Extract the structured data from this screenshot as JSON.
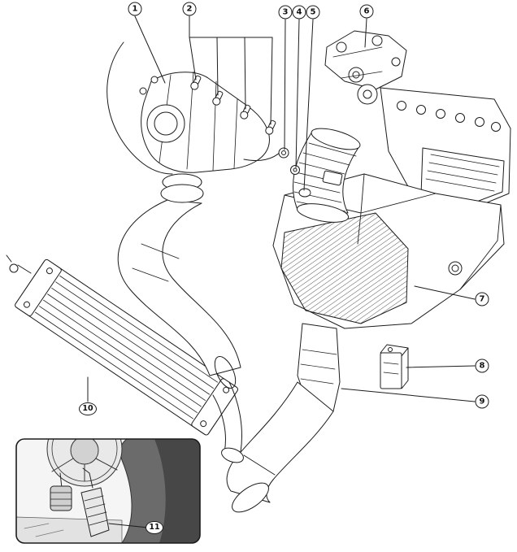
{
  "colors": {
    "background": "#ffffff",
    "line": "#1c1c1c"
  },
  "callouts": [
    {
      "label": "1"
    },
    {
      "label": "2"
    },
    {
      "label": "3"
    },
    {
      "label": "4"
    },
    {
      "label": "5"
    },
    {
      "label": "6"
    },
    {
      "label": "7"
    },
    {
      "label": "8"
    },
    {
      "label": "9"
    },
    {
      "label": "10"
    },
    {
      "label": "11"
    }
  ]
}
